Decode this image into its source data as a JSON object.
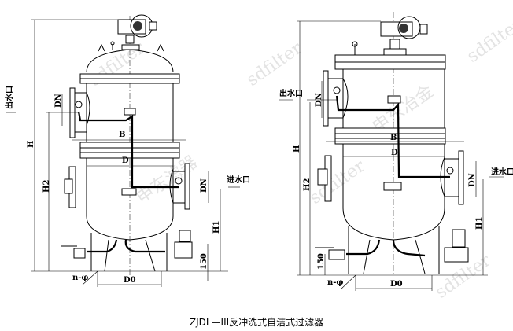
{
  "caption": "ZJDL—III反冲洗式自洁式过滤器",
  "watermarks": [
    "sdfilter",
    "申东滤器",
    "申东冶金"
  ],
  "labels": {
    "outlet": "出水口",
    "inlet": "进水口",
    "dn": "DN",
    "b": "B",
    "d": "D",
    "h": "H",
    "h1": "H1",
    "h2": "H2",
    "h150": "150",
    "d0": "D0",
    "holes": "n-φ"
  }
}
